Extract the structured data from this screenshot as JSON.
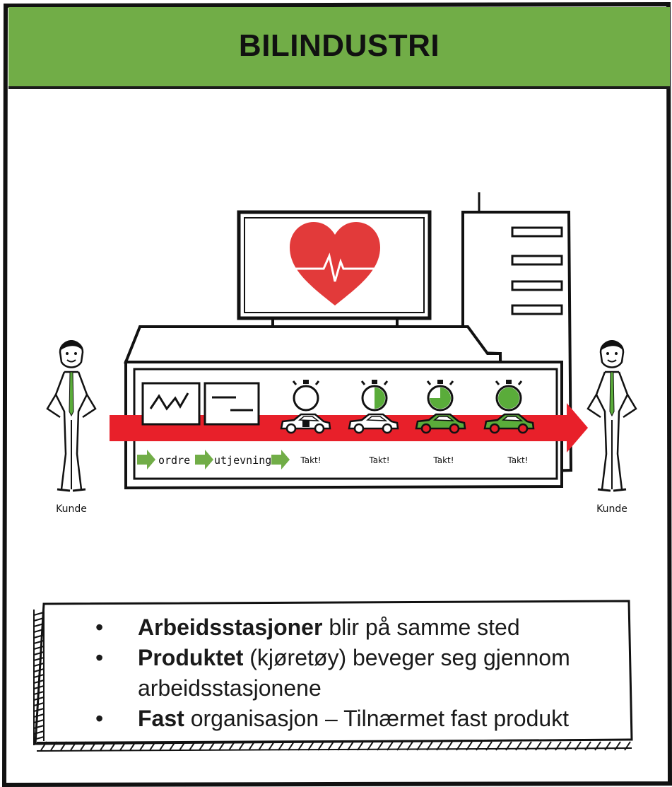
{
  "title": "BILINDUSTRI",
  "colors": {
    "header_green": "#71ad47",
    "arrow_red": "#e8202a",
    "car_green": "#5aac3a",
    "heart_red": "#e23a3a"
  },
  "customers": {
    "left_label": "Kunde",
    "right_label": "Kunde"
  },
  "flow_labels": {
    "order": "ordre",
    "leveling": "utjevning"
  },
  "takt_labels": [
    "Takt!",
    "Takt!",
    "Takt!",
    "Takt!"
  ],
  "takt_progress": [
    0,
    0.5,
    0.75,
    1
  ],
  "bullets": [
    {
      "bold": "Arbeidsstasjoner",
      "rest": " blir på samme sted"
    },
    {
      "bold": "Produktet",
      "rest": " (kjøretøy) beveger seg gjennom arbeidsstasjonene"
    },
    {
      "bold": "Fast",
      "rest": " organisasjon – Tilnærmet fast produkt"
    }
  ]
}
